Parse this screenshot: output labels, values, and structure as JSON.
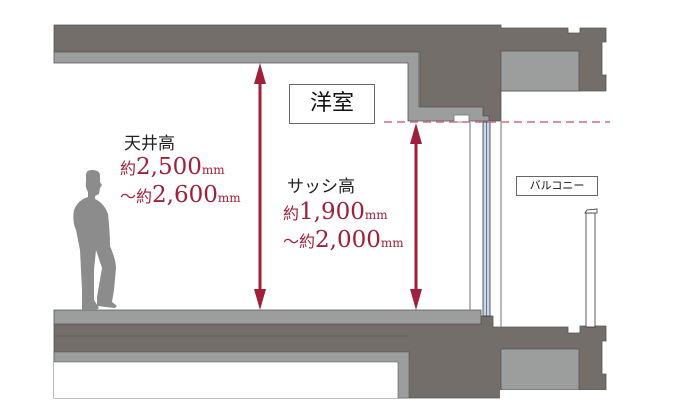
{
  "room": {
    "label": "洋室"
  },
  "balcony": {
    "label": "バルコニー"
  },
  "ceiling_height": {
    "title": "天井高",
    "prefix1": "約",
    "value1": "2,500",
    "unit": "mm",
    "prefix2": "～約",
    "value2": "2,600"
  },
  "sash_height": {
    "title": "サッシ高",
    "prefix1": "約",
    "value1": "1,900",
    "unit": "mm",
    "prefix2": "～約",
    "value2": "2,000"
  },
  "colors": {
    "concrete_dark": "#736e6a",
    "concrete_light": "#9c9e9d",
    "accent_red": "#a0203a",
    "dashed_line": "#d06a80",
    "glass": "#c8d6ec",
    "person": "#8c8c8c"
  }
}
